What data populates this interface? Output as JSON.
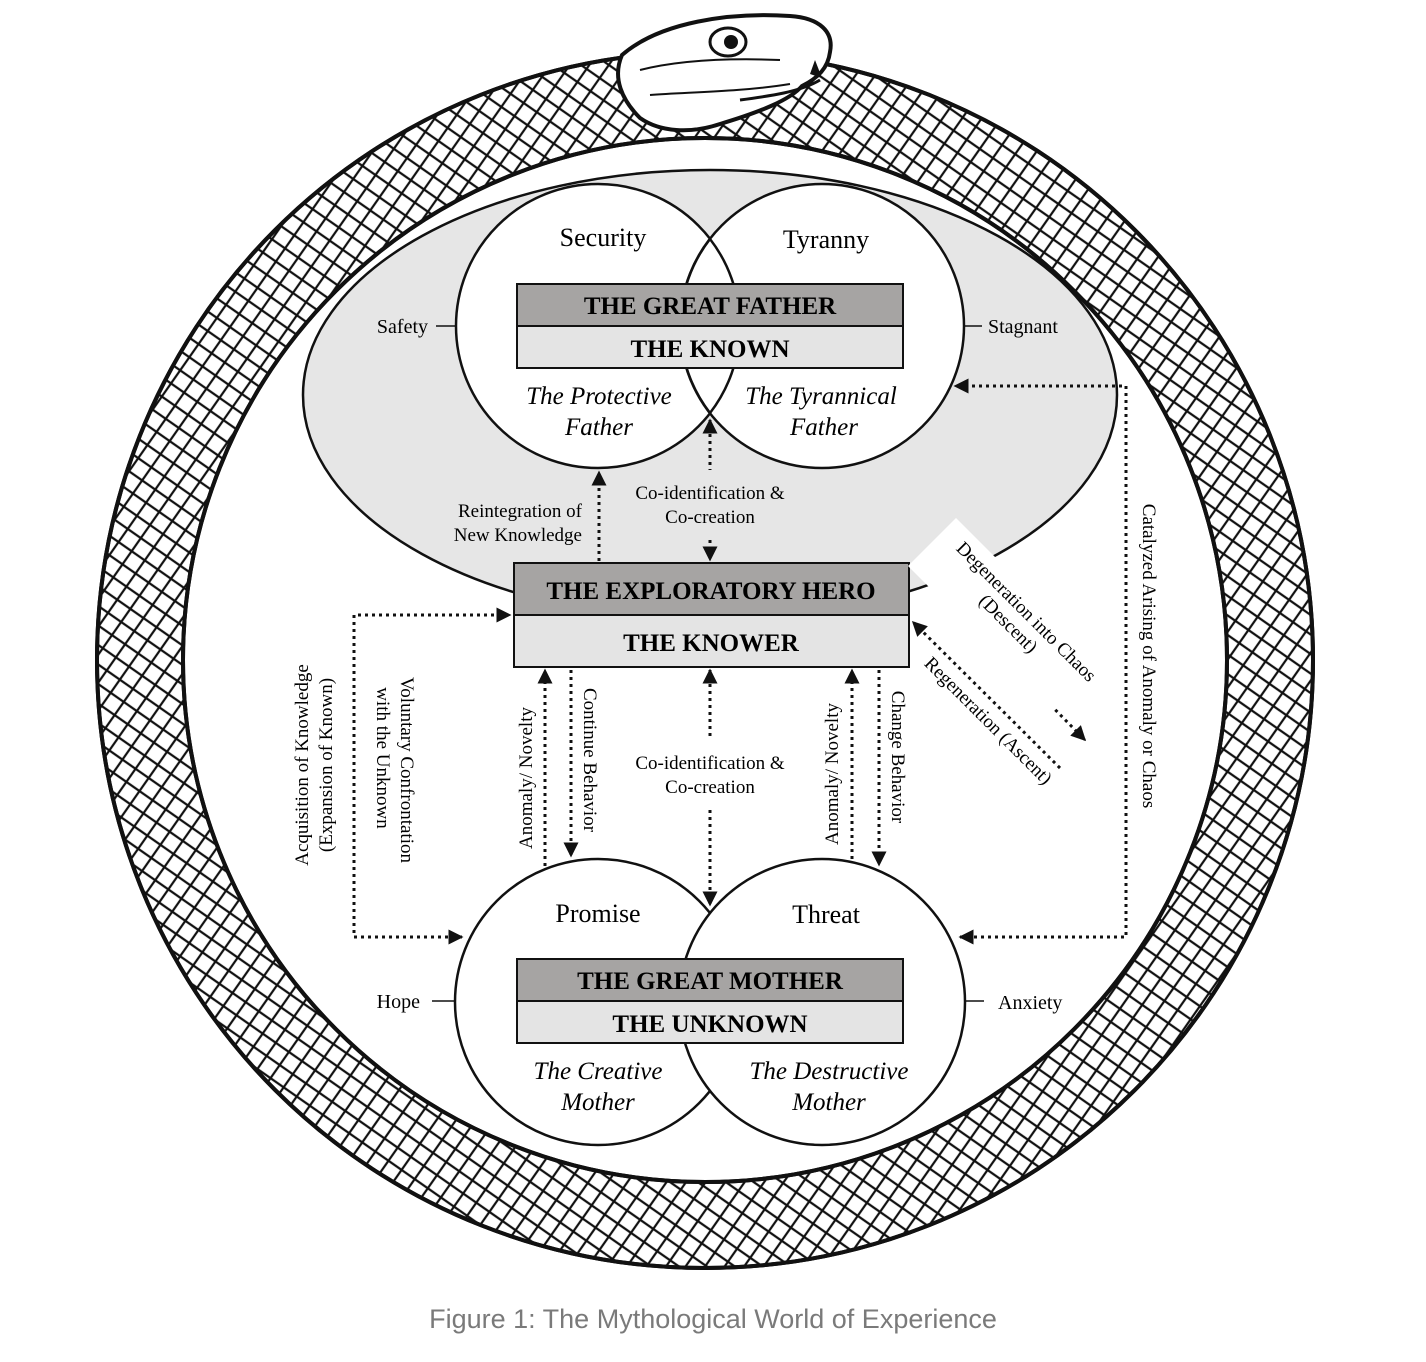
{
  "caption": "Figure 1: The Mythological World of Experience",
  "colors": {
    "header_fill": "#a6a4a3",
    "subheader_fill": "#e4e4e4",
    "ellipse_fill": "#e6e6e6",
    "ink": "#111111"
  },
  "great_father": {
    "left_label": "Security",
    "right_label": "Tyranny",
    "title": "THE GREAT FATHER",
    "subtitle": "THE KNOWN",
    "left_desc_line1": "The Protective",
    "left_desc_line2": "Father",
    "right_desc_line1": "The Tyrannical",
    "right_desc_line2": "Father",
    "left_side": "Safety",
    "right_side": "Stagnant"
  },
  "hero": {
    "title": "THE EXPLORATORY HERO",
    "subtitle": "THE KNOWER"
  },
  "great_mother": {
    "left_label": "Promise",
    "right_label": "Threat",
    "title": "THE GREAT MOTHER",
    "subtitle": "THE UNKNOWN",
    "left_desc_line1": "The Creative",
    "left_desc_line2": "Mother",
    "right_desc_line1": "The Destructive",
    "right_desc_line2": "Mother",
    "left_side": "Hope",
    "right_side": "Anxiety"
  },
  "arrows": {
    "reintegration_line1": "Reintegration of",
    "reintegration_line2": "New Knowledge",
    "coid_top_line1": "Co-identification &",
    "coid_top_line2": "Co-creation",
    "coid_bottom_line1": "Co-identification &",
    "coid_bottom_line2": "Co-creation",
    "acquisition_line1": "Acquisition of Knowledge",
    "acquisition_line2": "(Expansion of Known)",
    "voluntary_line1": "Voluntary Confrontation",
    "voluntary_line2": "with the Unknown",
    "anomaly_left": "Anomaly/ Novelty",
    "continue_behavior": "Continue Behavior",
    "anomaly_right": "Anomaly/ Novelty",
    "change_behavior": "Change Behavior",
    "degeneration_line1": "Degeneration into Chaos",
    "degeneration_line2": "(Descent)",
    "regeneration": "Regeneration (Ascent)",
    "catalyzed": "Catalyzed Arising of Anomaly or Chaos"
  }
}
